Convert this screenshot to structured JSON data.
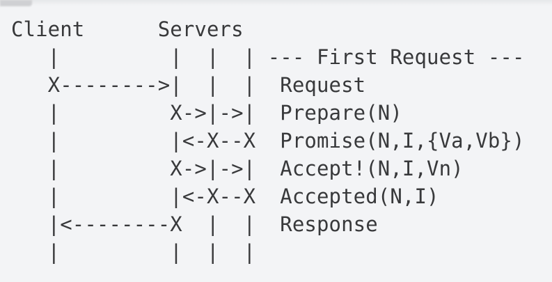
{
  "diagram": {
    "actors": {
      "client_label": "Client",
      "servers_label": "Servers"
    },
    "phase_header": "--- First Request ---",
    "messages": [
      "Request",
      "Prepare(N)",
      "Promise(N,I,{Va,Vb})",
      "Accept!(N,I,Vn)",
      "Accepted(N,I)",
      "Response"
    ],
    "lines": [
      "Client      Servers",
      "   |         |  |  | --- First Request ---",
      "   X-------->|  |  |  Request",
      "   |         X->|->|  Prepare(N)",
      "   |         |<-X--X  Promise(N,I,{Va,Vb})",
      "   |         X->|->|  Accept!(N,I,Vn)",
      "   |         |<-X--X  Accepted(N,I)",
      "   |<--------X  |  |  Response",
      "   |         |  |  |"
    ]
  },
  "colors": {
    "background": "#f3f4f6",
    "text": "#38393b",
    "top_artifact": "#cfd0d3"
  }
}
